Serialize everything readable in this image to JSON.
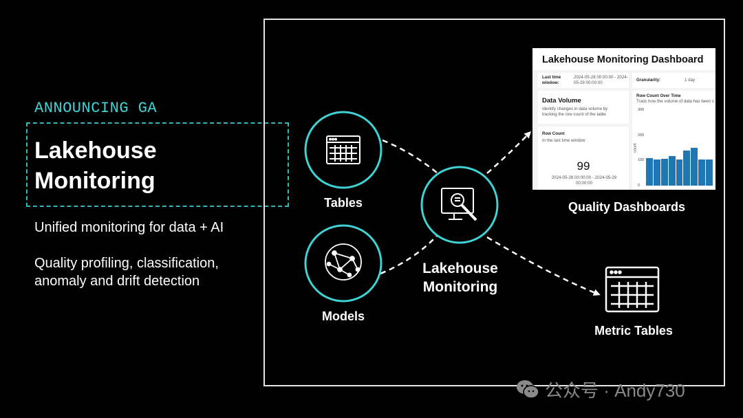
{
  "left": {
    "announce": "ANNOUNCING GA",
    "title_line1": "Lakehouse",
    "title_line2": "Monitoring",
    "subtitle": "Unified monitoring for data + AI",
    "features": "Quality profiling, classification, anomaly and drift detection"
  },
  "diagram": {
    "tables_label": "Tables",
    "models_label": "Models",
    "center_line1": "Lakehouse",
    "center_line2": "Monitoring",
    "quality_label": "Quality Dashboards",
    "metric_label": "Metric Tables"
  },
  "dashboard": {
    "title": "Lakehouse Monitoring Dashboard",
    "time_window_label": "Last time window:",
    "time_window_value": "2024-05-28 00:00:00 - 2024-05-29 00:00:00",
    "granularity_label": "Granularity:",
    "granularity_value": "1 day",
    "data_volume_title": "Data Volume",
    "data_volume_desc": "Identify changes in data volume by tracking the row count of the table",
    "row_count_over_time_title": "Row Count Over Time",
    "row_count_over_time_desc": "Track how the volume of data has been c",
    "row_count_title": "Row Count",
    "row_count_sub": "In the last time window",
    "row_count_value": "99",
    "row_count_range": "2024-05-28 00:00:00 - 2024-05-29 00:00:00",
    "y_axis_label": "count",
    "y_ticks": [
      "300",
      "200",
      "100",
      "0"
    ]
  },
  "chart_data": {
    "type": "bar",
    "ylabel": "count",
    "ylim": [
      0,
      300
    ],
    "values": [
      110,
      105,
      107,
      117,
      103,
      140,
      150,
      103,
      103
    ]
  },
  "colors": {
    "accent": "#3fd3d6",
    "bar": "#1f77b4",
    "frame": "#e6e6e6"
  },
  "watermark": {
    "text": "公众号 · Andy730",
    "icon": "wechat-icon"
  }
}
